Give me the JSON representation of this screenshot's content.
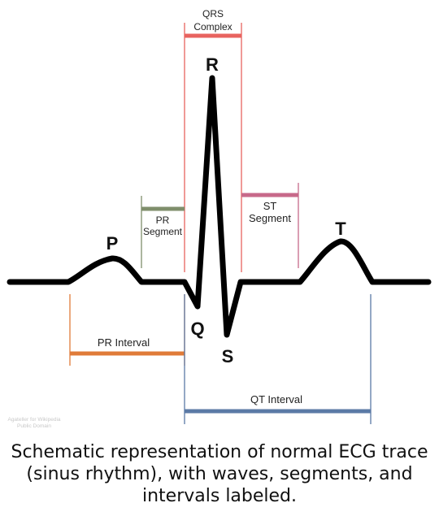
{
  "diagram": {
    "waves": {
      "p": "P",
      "q": "Q",
      "r": "R",
      "s": "S",
      "t": "T"
    },
    "qrs_complex": {
      "line1": "QRS",
      "line2": "Complex"
    },
    "pr_segment": {
      "line1": "PR",
      "line2": "Segment"
    },
    "st_segment": {
      "line1": "ST",
      "line2": "Segment"
    },
    "pr_interval": "PR Interval",
    "qt_interval": "QT Interval",
    "credit": {
      "line1": "Agateller for Wikipedia",
      "line2": "Public Domain"
    },
    "colors": {
      "trace": "#000000",
      "qrs": "#e8635f",
      "pr_segment": "#7f8e6b",
      "st_segment": "#c7698a",
      "pr_interval": "#e07b39",
      "qt_interval": "#5b7aa6"
    }
  },
  "caption": "Schematic representation of normal ECG trace (sinus rhythm), with waves, segments, and intervals labeled."
}
